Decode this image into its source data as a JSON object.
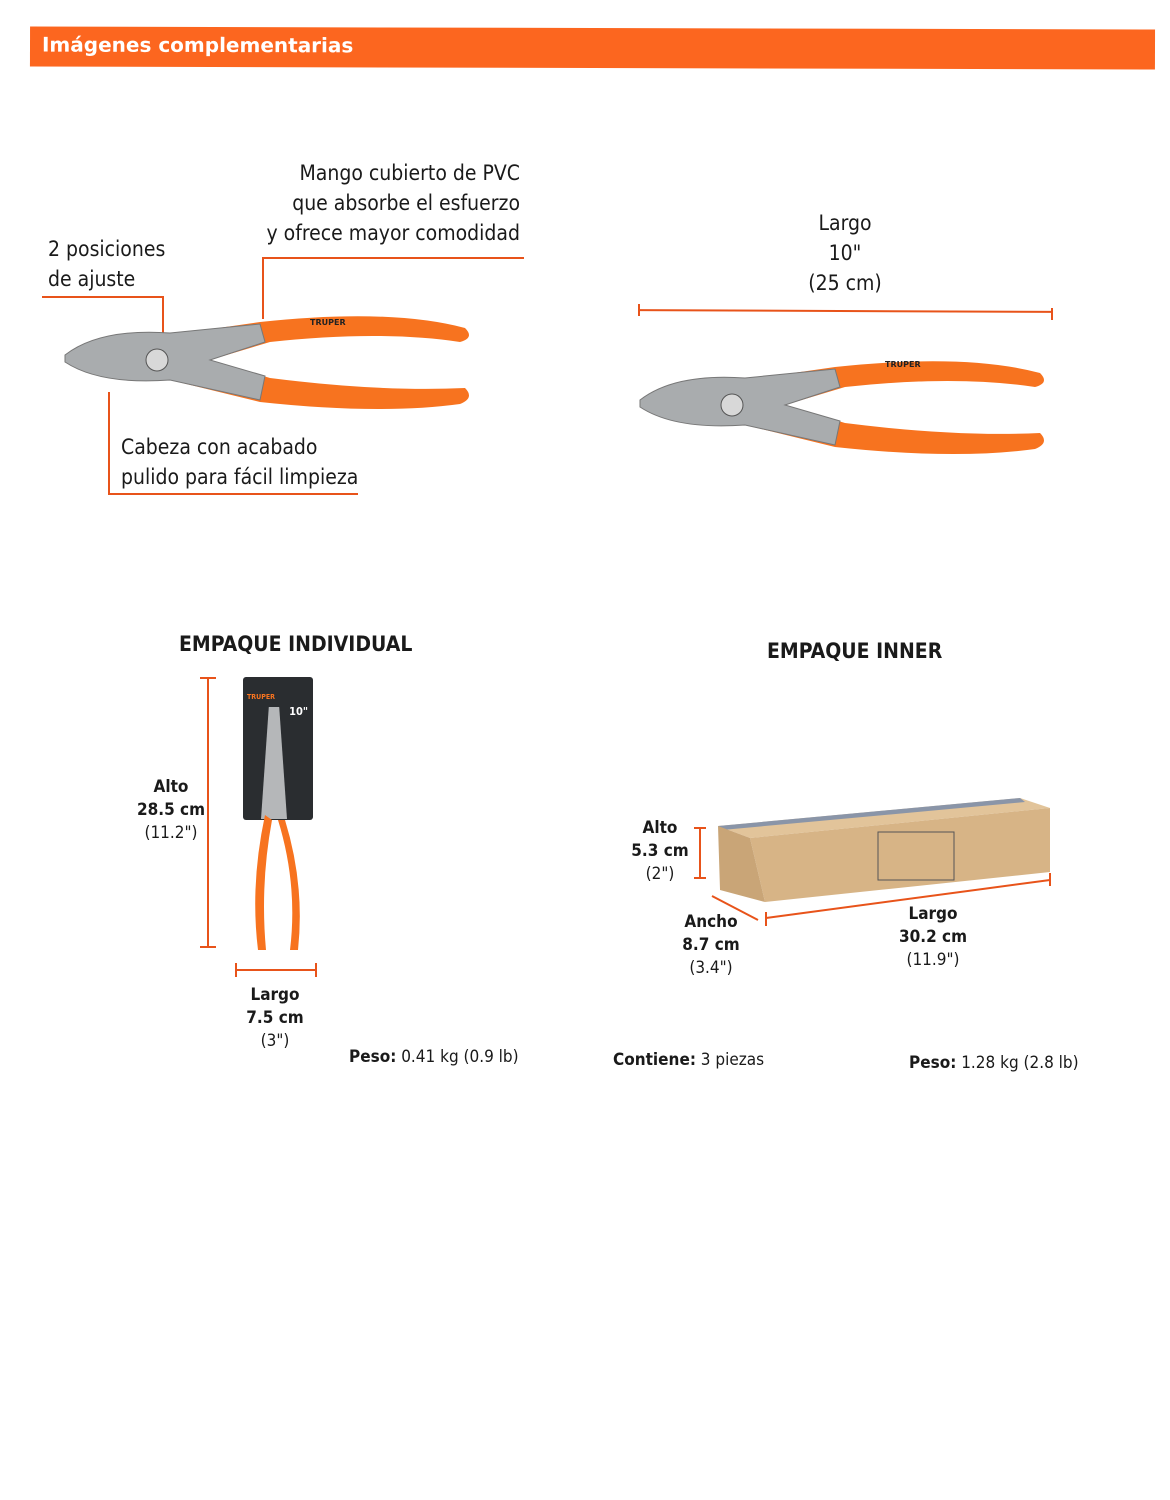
{
  "header": {
    "title": "Imágenes complementarias"
  },
  "callouts": {
    "adjust": [
      "2 posiciones",
      "de ajuste"
    ],
    "handle": [
      "Mango cubierto de PVC",
      "que absorbe el esfuerzo",
      "y ofrece mayor comodidad"
    ],
    "head": [
      "Cabeza con acabado",
      "pulido para fácil limpieza"
    ]
  },
  "length": {
    "label": "Largo",
    "inches": "10\"",
    "cm": "(25 cm)"
  },
  "brand": "TRUPER",
  "individual": {
    "title": "EMPAQUE INDIVIDUAL",
    "alto": {
      "label": "Alto",
      "cm": "28.5 cm",
      "in": "(11.2\")"
    },
    "largo": {
      "label": "Largo",
      "cm": "7.5 cm",
      "in": "(3\")"
    },
    "peso_label": "Peso:",
    "peso": "0.41 kg (0.9 lb)",
    "card_size": "10\""
  },
  "inner": {
    "title": "EMPAQUE INNER",
    "alto": {
      "label": "Alto",
      "cm": "5.3 cm",
      "in": "(2\")"
    },
    "ancho": {
      "label": "Ancho",
      "cm": "8.7 cm",
      "in": "(3.4\")"
    },
    "largo": {
      "label": "Largo",
      "cm": "30.2 cm",
      "in": "(11.9\")"
    },
    "contiene_label": "Contiene:",
    "contiene": "3 piezas",
    "peso_label": "Peso:",
    "peso": "1.28 kg (2.8 lb)"
  },
  "colors": {
    "accent": "#fc661f",
    "line": "#e8531a",
    "handle": "#f7731f",
    "cardboard": "#d7b486"
  }
}
